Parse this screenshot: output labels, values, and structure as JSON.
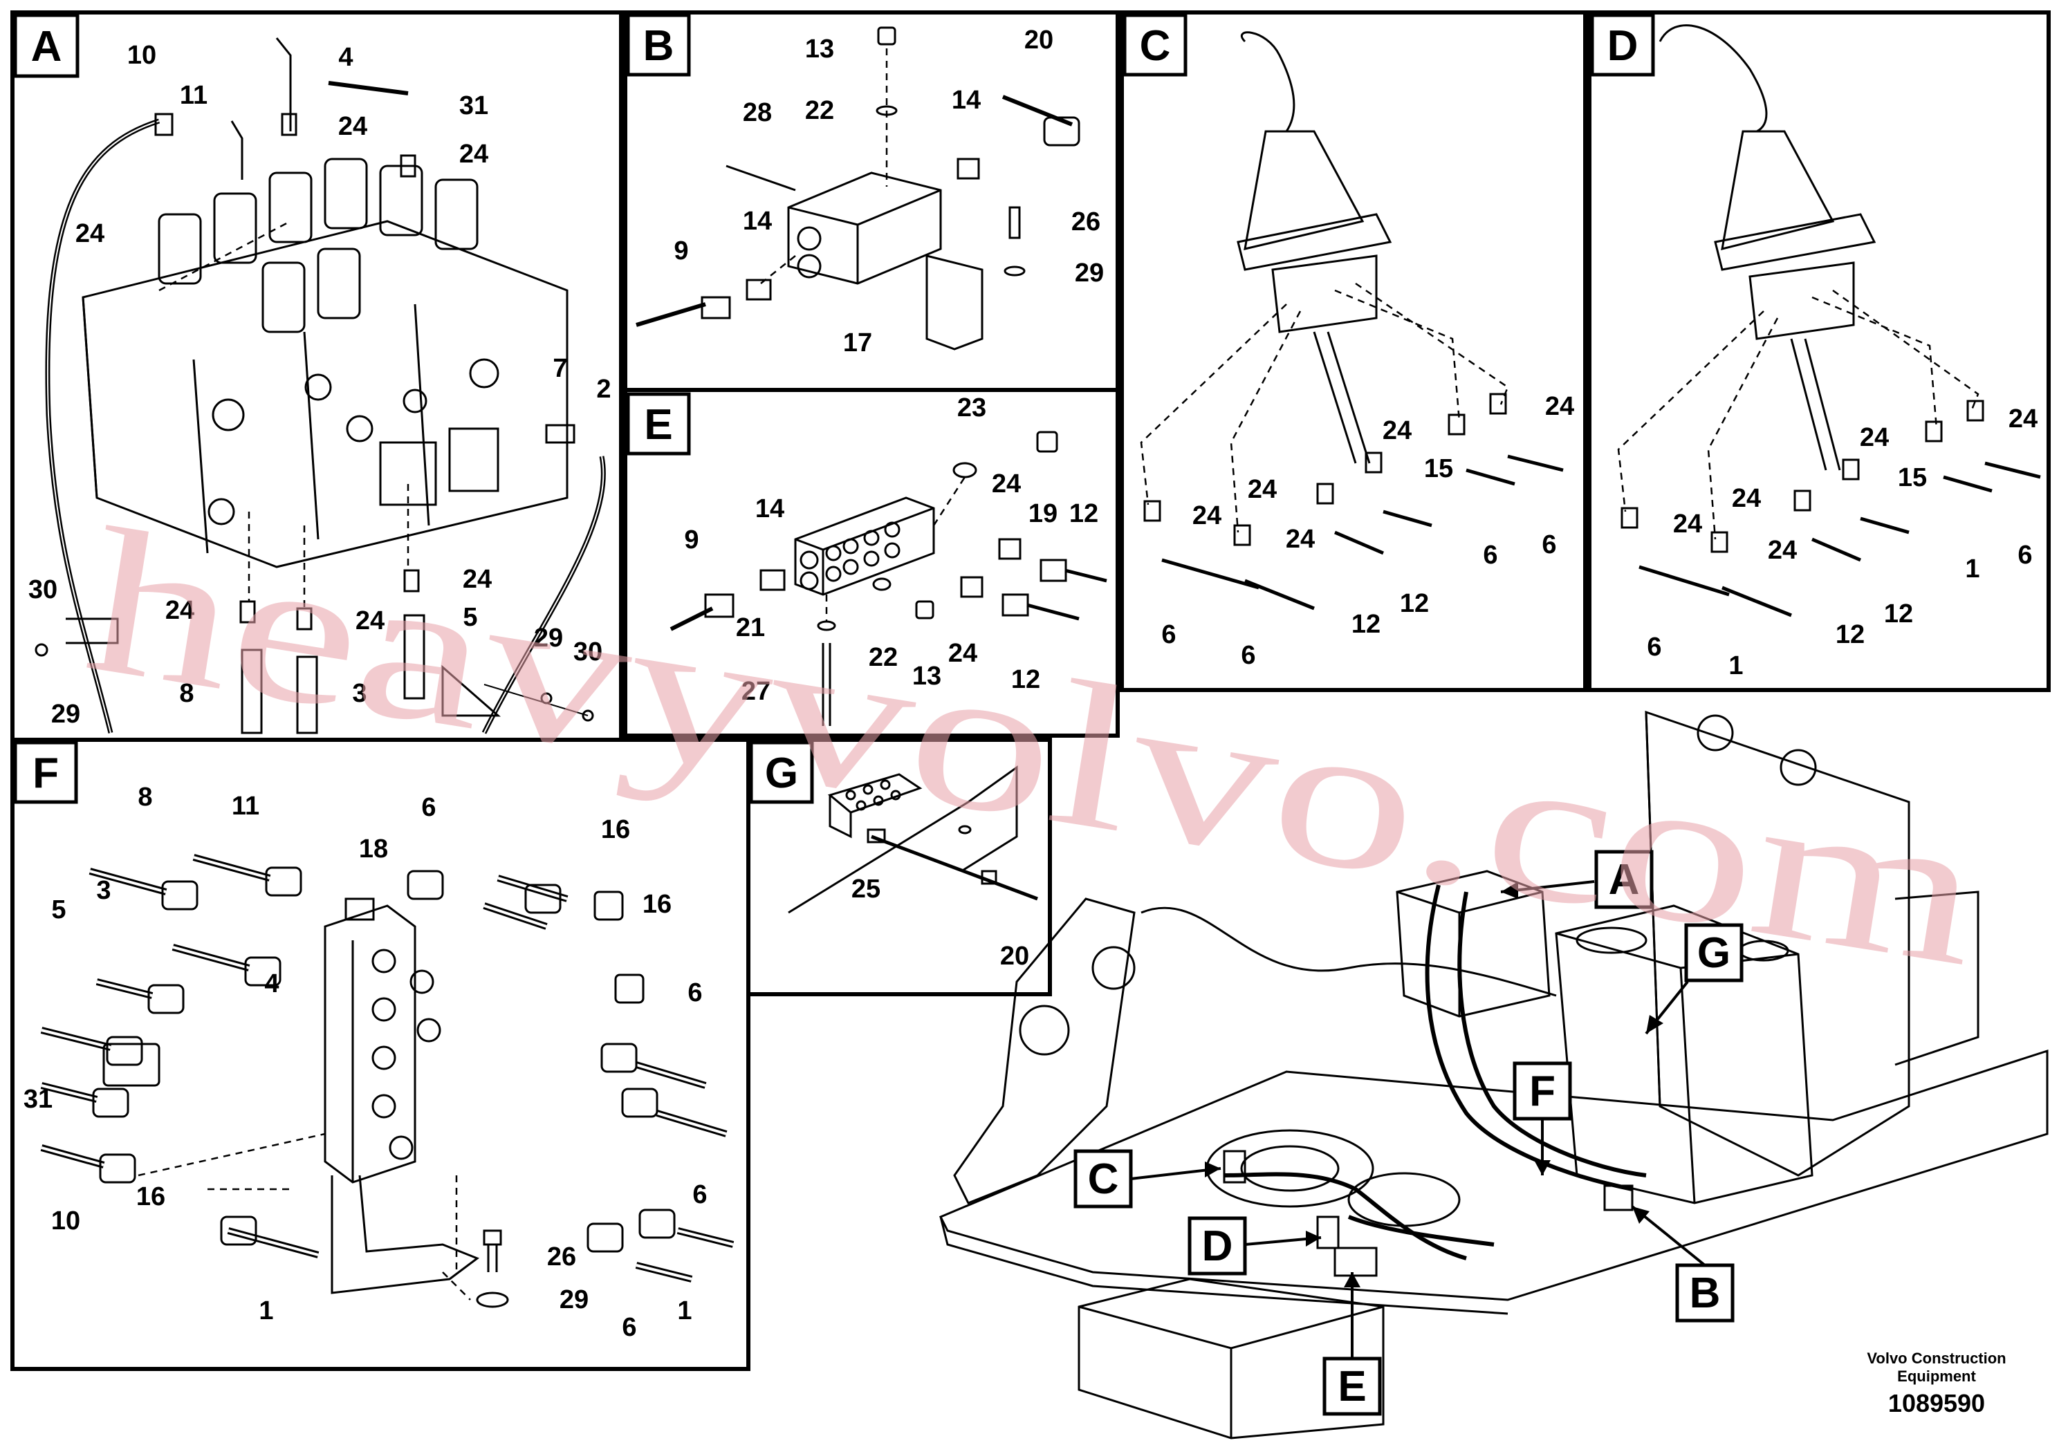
{
  "panels": {
    "A": {
      "letter": "A",
      "labels": [
        "10",
        "4",
        "11",
        "24",
        "31",
        "24",
        "24",
        "7",
        "2",
        "30",
        "29",
        "24",
        "24",
        "24",
        "5",
        "8",
        "3",
        "29",
        "30",
        "24"
      ]
    },
    "B": {
      "letter": "B",
      "labels": [
        "13",
        "20",
        "22",
        "28",
        "14",
        "26",
        "14",
        "29",
        "9",
        "17"
      ]
    },
    "C": {
      "letter": "C",
      "labels": [
        "24",
        "24",
        "15",
        "24",
        "24",
        "24",
        "24",
        "6",
        "6",
        "12",
        "12",
        "6",
        "6"
      ]
    },
    "D": {
      "letter": "D",
      "labels": [
        "24",
        "24",
        "15",
        "24",
        "24",
        "24",
        "24",
        "1",
        "6",
        "12",
        "12",
        "6",
        "1"
      ]
    },
    "E": {
      "letter": "E",
      "labels": [
        "23",
        "14",
        "24",
        "19",
        "12",
        "9",
        "21",
        "22",
        "13",
        "24",
        "12",
        "27"
      ]
    },
    "F": {
      "letter": "F",
      "labels": [
        "8",
        "11",
        "6",
        "18",
        "16",
        "16",
        "5",
        "3",
        "4",
        "6",
        "31",
        "6",
        "16",
        "10",
        "26",
        "29",
        "1",
        "6",
        "1"
      ]
    },
    "G": {
      "letter": "G",
      "labels": [
        "25",
        "20"
      ]
    }
  },
  "overview": {
    "callouts": [
      "A",
      "G",
      "F",
      "C",
      "D",
      "B",
      "E"
    ]
  },
  "footer": {
    "company_line1": "Volvo Construction",
    "company_line2": "Equipment",
    "drawing_number": "1089590"
  },
  "watermark": "heavyvolvo.com"
}
